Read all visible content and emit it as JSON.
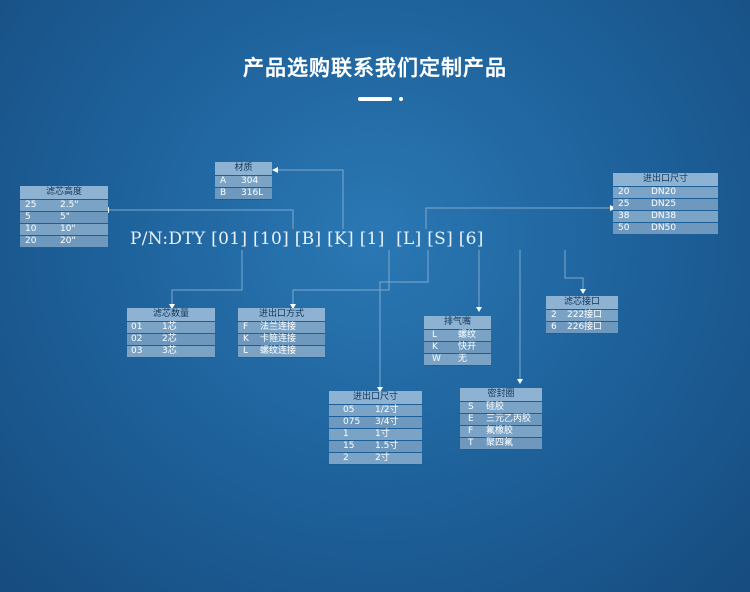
{
  "title": "产品选购联系我们定制产品",
  "part_number": "P/N:DTY [01] [10] [B] [K] [1]  [L] [S] [6]",
  "tables": {
    "filter_height": {
      "header": "滤芯高度",
      "rows": [
        [
          "25",
          "2.5\""
        ],
        [
          "5",
          "5\""
        ],
        [
          "10",
          "10\""
        ],
        [
          "20",
          "20\""
        ]
      ]
    },
    "material": {
      "header": "材质",
      "rows": [
        [
          "A",
          "304"
        ],
        [
          "B",
          "316L"
        ]
      ]
    },
    "port_size_top": {
      "header": "进出口尺寸",
      "rows": [
        [
          "20",
          "DN20"
        ],
        [
          "25",
          "DN25"
        ],
        [
          "38",
          "DN38"
        ],
        [
          "50",
          "DN50"
        ]
      ]
    },
    "filter_count": {
      "header": "滤芯数量",
      "rows": [
        [
          "01",
          "1芯"
        ],
        [
          "02",
          "2芯"
        ],
        [
          "03",
          "3芯"
        ]
      ]
    },
    "connection": {
      "header": "进出口方式",
      "rows": [
        [
          "F",
          "法兰连接"
        ],
        [
          "K",
          "卡箍连接"
        ],
        [
          "L",
          "螺纹连接"
        ]
      ]
    },
    "vent": {
      "header": "排气嘴",
      "rows": [
        [
          "L",
          "螺纹"
        ],
        [
          "K",
          "快开"
        ],
        [
          "W",
          "无"
        ]
      ]
    },
    "filter_interface": {
      "header": "滤芯接口",
      "rows": [
        [
          "2",
          "222接口"
        ],
        [
          "6",
          "226接口"
        ]
      ]
    },
    "port_size_bottom": {
      "header": "进出口尺寸",
      "rows": [
        [
          "05",
          "1/2寸"
        ],
        [
          "075",
          "3/4寸"
        ],
        [
          "1",
          "1寸"
        ],
        [
          "15",
          "1.5寸"
        ],
        [
          "2",
          "2寸"
        ]
      ]
    },
    "seal": {
      "header": "密封圈",
      "rows": [
        [
          "S",
          "硅胶"
        ],
        [
          "E",
          "三元乙丙胶"
        ],
        [
          "F",
          "氟橡胶"
        ],
        [
          "T",
          "聚四氟"
        ]
      ]
    }
  }
}
